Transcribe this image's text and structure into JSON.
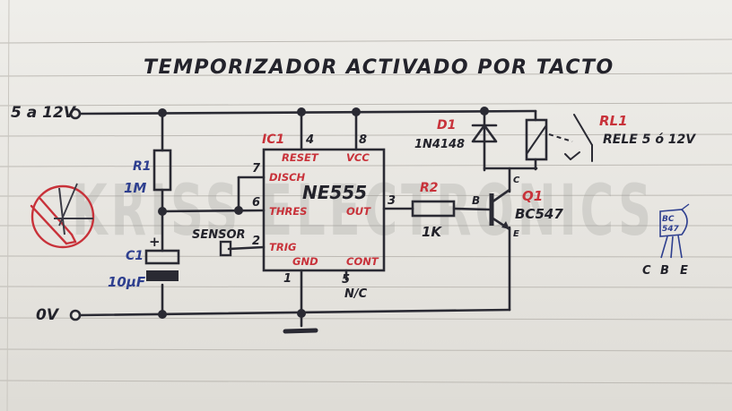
{
  "title": "TEMPORIZADOR ACTIVADO POR TACTO",
  "watermark": "KRISS ELECTRONICS",
  "supply": {
    "vplus_label": "5 a 12V",
    "ground_label": "0V"
  },
  "r1": {
    "ref": "R1",
    "value": "1M"
  },
  "c1": {
    "ref": "C1",
    "value": "10µF",
    "plus": "+"
  },
  "ic": {
    "ref": "IC1",
    "name": "NE555",
    "pins": [
      {
        "num": "4",
        "label": "RESET"
      },
      {
        "num": "8",
        "label": "VCC"
      },
      {
        "num": "7",
        "label": "DISCH"
      },
      {
        "num": "6",
        "label": "THRES"
      },
      {
        "num": "2",
        "label": "TRIG"
      },
      {
        "num": "3",
        "label": "OUT"
      },
      {
        "num": "1",
        "label": "GND"
      },
      {
        "num": "5",
        "label": "CONT"
      }
    ],
    "nc_label": "N/C"
  },
  "sensor_label": "SENSOR",
  "r2": {
    "ref": "R2",
    "value": "1K"
  },
  "d1": {
    "ref": "D1",
    "value": "1N4148"
  },
  "q1": {
    "ref": "Q1",
    "value": "BC547",
    "pin_b": "B",
    "pin_c": "C",
    "pin_e": "E"
  },
  "relay": {
    "ref": "RL1",
    "value": "RELE 5 ó 12V"
  },
  "pinout": {
    "line1": "BC",
    "line2": "547",
    "pins": [
      "C",
      "B",
      "E"
    ]
  },
  "colors": {
    "ink": "#23232b",
    "red": "#c8323a",
    "blue": "#2e3f8f",
    "paper": "#ebe9e4",
    "lines": "#b9b6b0"
  }
}
